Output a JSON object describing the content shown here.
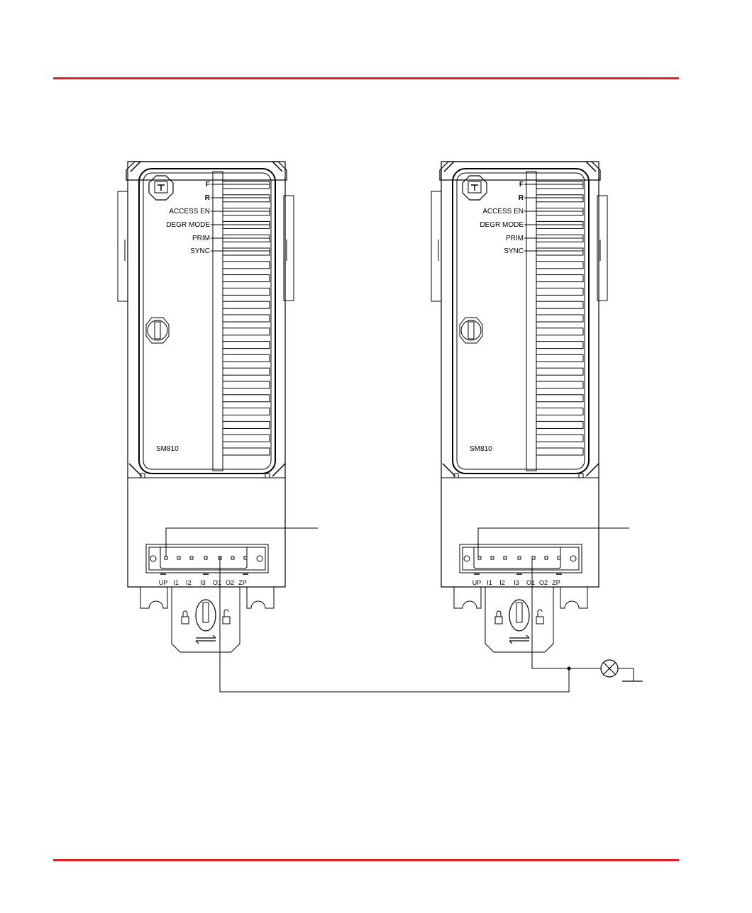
{
  "colors": {
    "rule": "#e31e24",
    "line": "#000000"
  },
  "modules": [
    {
      "id": "left",
      "led_labels": [
        "F",
        "R",
        "ACCESS EN",
        "DEGR MODE",
        "PRIM",
        "SYNC"
      ],
      "model": "SM810",
      "terminals": [
        "UP",
        "I1",
        "I2",
        "I3",
        "O1",
        "O2",
        "ZP"
      ],
      "logo_icon": "tuv-logo-icon",
      "key_icon": "key-switch-icon"
    },
    {
      "id": "right",
      "led_labels": [
        "F",
        "R",
        "ACCESS EN",
        "DEGR MODE",
        "PRIM",
        "SYNC"
      ],
      "model": "SM810",
      "terminals": [
        "UP",
        "I1",
        "I2",
        "I3",
        "O1",
        "O2",
        "ZP"
      ],
      "logo_icon": "tuv-logo-icon",
      "key_icon": "key-switch-icon"
    }
  ],
  "lamp": {
    "icon": "lamp-icon"
  },
  "ground": {
    "icon": "ground-icon"
  }
}
